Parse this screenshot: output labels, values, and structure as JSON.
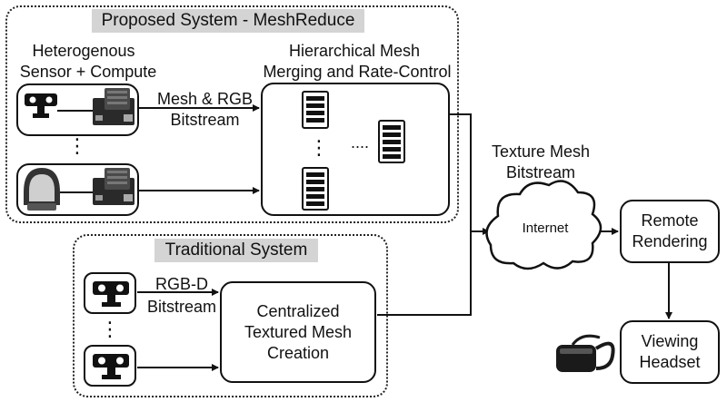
{
  "proposed": {
    "title": "Proposed System - MeshReduce",
    "sensor_label_line1": "Heterogenous",
    "sensor_label_line2": "Sensor + Compute",
    "merge_label_line1": "Hierarchical Mesh",
    "merge_label_line2": "Merging and Rate-Control",
    "stream_label_line1": "Mesh & RGB",
    "stream_label_line2": "Bitstream",
    "vertical_ellipsis": "⋮",
    "server_ellipsis": "....",
    "server_vertical_ellipsis": "⋮"
  },
  "traditional": {
    "title": "Traditional System",
    "stream_label_line1": "RGB-D",
    "stream_label_line2": "Bitstream",
    "central_line1": "Centralized",
    "central_line2": "Textured Mesh",
    "central_line3": "Creation",
    "vertical_ellipsis": "⋮"
  },
  "network": {
    "label_line1": "Texture Mesh",
    "label_line2": "Bitstream",
    "cloud_label": "Internet"
  },
  "remote": {
    "line1": "Remote",
    "line2": "Rendering"
  },
  "headset": {
    "line1": "Viewing",
    "line2": "Headset"
  }
}
